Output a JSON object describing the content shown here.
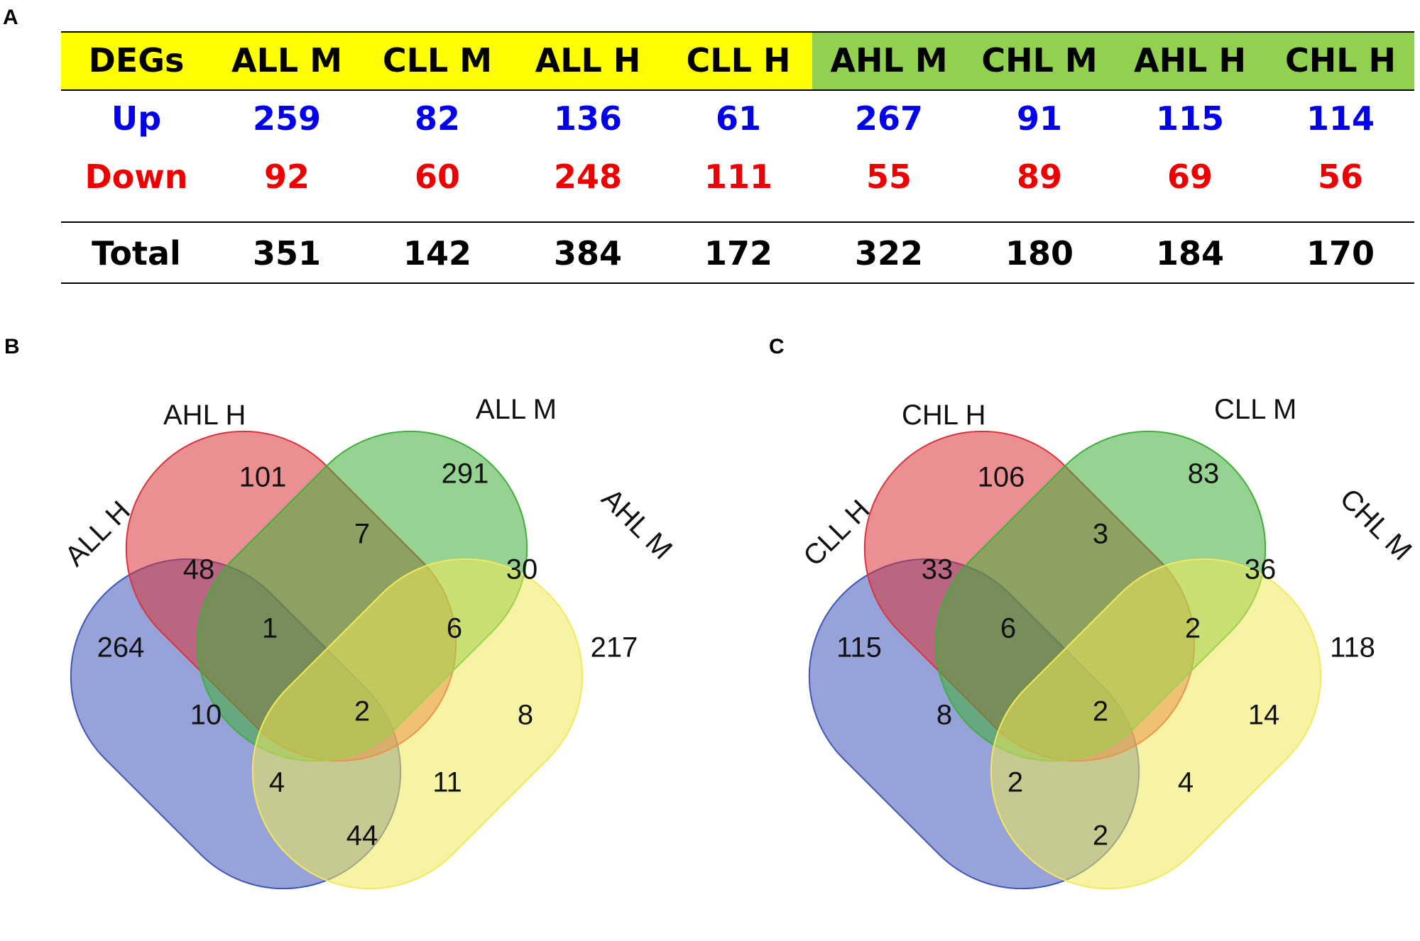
{
  "panels": {
    "a": "A",
    "b": "B",
    "c": "C"
  },
  "table": {
    "header": [
      "DEGs",
      "ALL  M",
      "CLL  M",
      "ALL  H",
      "CLL  H",
      "AHL  M",
      "CHL  M",
      "AHL  H",
      "CHL  H"
    ],
    "up": [
      "Up",
      "259",
      "82",
      "136",
      "61",
      "267",
      "91",
      "115",
      "114"
    ],
    "down": [
      "Down",
      "92",
      "60",
      "248",
      "111",
      "55",
      "89",
      "69",
      "56"
    ],
    "total": [
      "Total",
      "351",
      "142",
      "384",
      "172",
      "322",
      "180",
      "184",
      "170"
    ],
    "colors": {
      "header_left": "#ffff00",
      "header_right": "#92d050",
      "up": "#0000ee",
      "down": "#ee0000"
    }
  },
  "venn_b": {
    "sets": [
      "ALL H",
      "AHL H",
      "ALL M",
      "AHL M"
    ],
    "counts": {
      "only_set1": "264",
      "only_set2": "101",
      "only_set3": "291",
      "only_set4": "217",
      "set1_set2": "48",
      "set2_set3": "7",
      "set3_set4": "30",
      "set1_set2_set3": "1",
      "set2_set3_set4": "6",
      "set1_set3": "10",
      "set2_set4": "8",
      "all_four": "2",
      "set1_set3_set4": "4",
      "set1_set2_set4": "11",
      "set1_set4": "44"
    }
  },
  "venn_c": {
    "sets": [
      "CLL H",
      "CHL H",
      "CLL M",
      "CHL M"
    ],
    "counts": {
      "only_set1": "115",
      "only_set2": "106",
      "only_set3": "83",
      "only_set4": "118",
      "set1_set2": "33",
      "set2_set3": "3",
      "set3_set4": "36",
      "set1_set2_set3": "6",
      "set2_set3_set4": "2",
      "set1_set3": "8",
      "set2_set4": "14",
      "all_four": "2",
      "set1_set3_set4": "2",
      "set1_set2_set4": "4",
      "set1_set4": "2"
    }
  },
  "venn_colors": {
    "set1": "#3f55b8",
    "set2": "#d9343b",
    "set3": "#3fae3a",
    "set4": "#f1ea5a"
  }
}
